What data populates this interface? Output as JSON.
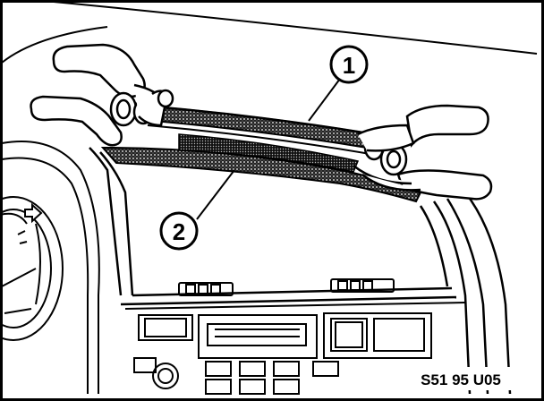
{
  "callouts": [
    {
      "id": "1",
      "label": "1"
    },
    {
      "id": "2",
      "label": "2"
    }
  ],
  "reference_code": "S51 95 U05",
  "colors": {
    "ink": "#000000",
    "paper": "#ffffff",
    "shade": "#1a1a1a"
  }
}
